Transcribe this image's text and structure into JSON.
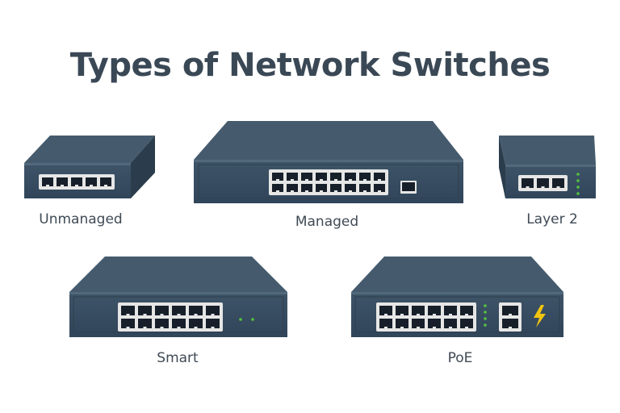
{
  "title": "Types of Network Switches",
  "colors": {
    "body": "#364b5d",
    "top": "#455b6d",
    "side": "#2b3d4c",
    "port": "#e6e6e6",
    "port_hole": "#17202a",
    "led": "#54c241",
    "poe_bolt": "#f1c40f"
  },
  "switches": [
    {
      "id": "unmanaged",
      "label": "Unmanaged"
    },
    {
      "id": "managed",
      "label": "Managed"
    },
    {
      "id": "layer2",
      "label": "Layer 2"
    },
    {
      "id": "smart",
      "label": "Smart"
    },
    {
      "id": "poe",
      "label": "PoE",
      "icon": "lightning-bolt-icon"
    }
  ]
}
